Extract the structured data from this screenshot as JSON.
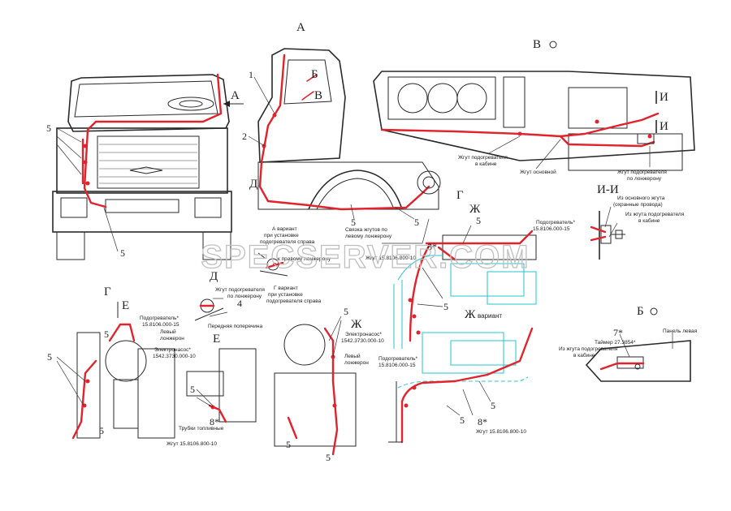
{
  "views": {
    "a": "А",
    "v": "В",
    "b": "Б",
    "g": "Г",
    "d": "Д",
    "e": "Е",
    "zh": "Ж",
    "i": "И",
    "ii": "И-И"
  },
  "labels": {
    "g_variant": "Г вариант",
    "zh_variant": "Ж вариант",
    "a_variant": "А вариант\\nпри установке\\nподогревателя справа",
    "g_variant_note": "при установке\\nподогревателя справа",
    "zhgut_v_kabine": "Жгут подогревателя\\nв кабине",
    "zhgut_osnovnoy": "Жгут основной",
    "zhgut_po_lonzheronu": "Жгут подогревателя\\nпо лонжерону",
    "svyazka": "Связка жгутов по\\nлевому лонжерону",
    "k_pravomu": "к правому лонжерону",
    "zhgut_code_a": "Жгут 15.8106.800-10",
    "iz_osnovnogo": "Из основного жгута\\n(охранные провода)",
    "iz_zhguta_kabina": "Из жгута подогревателя\\nв кабине",
    "podogrevatel": "Подогреватель*\\n15.8106.000-15",
    "levyi_lonzheron": "Левый\\nлонжерон",
    "elektronasos": "Электронасос*\\n1542.3730.000-10",
    "zhgut_po_lonz_d": "Жгут подогревателя\\nпо лонжерону",
    "perednyaya": "Передняя поперечина",
    "trubki": "Трубки топливные",
    "zhgut_code_g": "Жгут 15.8106.800-10",
    "timer": "Таймер 27.3854*",
    "panel": "Панель левая",
    "levyi_lonzh_small": "Левый\\nлонжерон"
  },
  "callouts": {
    "n1": "1",
    "n2": "2",
    "n4": "4",
    "n5": "5",
    "n7": "7*",
    "n8": "8*"
  },
  "watermark": "SPECSERVER.COM",
  "colors": {
    "harness": "#e0232c",
    "alt": "#27c4d2",
    "line": "#2a2a2a"
  }
}
